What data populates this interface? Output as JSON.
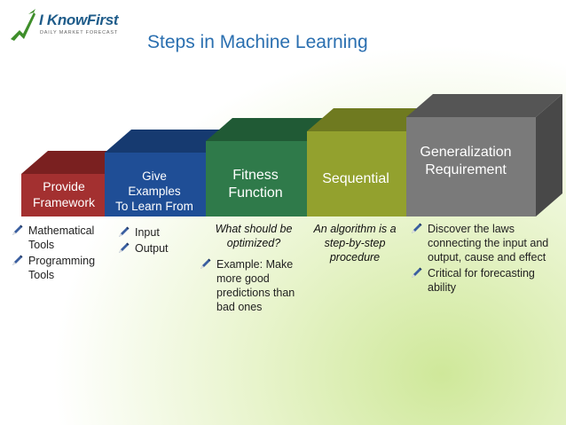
{
  "logo": {
    "name": "I KnowFirst",
    "tagline": "DAILY MARKET FORECAST"
  },
  "title": "Steps in Machine Learning",
  "steps": [
    {
      "label_lines": [
        "Provide",
        "Framework"
      ],
      "front_color": "#a33030",
      "top_color": "#7a2020",
      "side_color": "#6e1c1c"
    },
    {
      "label_lines": [
        "Give",
        "Examples",
        "To Learn From"
      ],
      "front_color": "#1f4e96",
      "top_color": "#163a70",
      "side_color": "#122f5c"
    },
    {
      "label_lines": [
        "Fitness",
        "Function"
      ],
      "front_color": "#2f7a4a",
      "top_color": "#205a35",
      "side_color": "#1a4a2c"
    },
    {
      "label_lines": [
        "Sequential"
      ],
      "front_color": "#93a12e",
      "top_color": "#6f7a20",
      "side_color": "#5f691b"
    },
    {
      "label_lines": [
        "Generalization",
        "Requirement"
      ],
      "front_color": "#7a7a7a",
      "top_color": "#555555",
      "side_color": "#484848"
    }
  ],
  "details": {
    "framework_bullets": [
      "Mathematical Tools",
      "Programming Tools"
    ],
    "examples_bullets": [
      "Input",
      "Output"
    ],
    "fitness_question": "What should be optimized?",
    "fitness_bullets": [
      "Example: Make more good predictions than bad ones"
    ],
    "sequential_note": "An algorithm is a step-by-step procedure",
    "generalization_bullets": [
      "Discover the laws connecting the input and output, cause and effect",
      "Critical for forecasting ability"
    ]
  }
}
